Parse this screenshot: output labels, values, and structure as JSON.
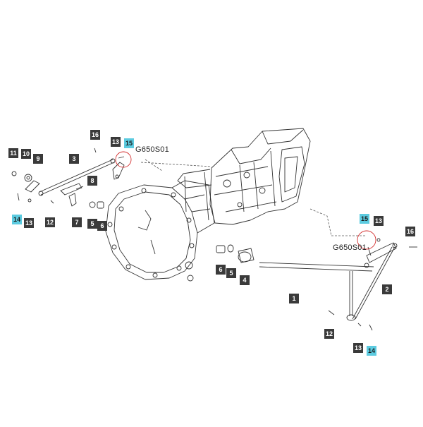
{
  "references": [
    "G650S01",
    "G650S01"
  ],
  "callouts": [
    "16",
    "15",
    "13",
    "11",
    "10",
    "9",
    "3",
    "8",
    "14",
    "13",
    "12",
    "7",
    "5",
    "6",
    "6",
    "5",
    "4",
    "1",
    "15",
    "13",
    "16",
    "2",
    "12",
    "13",
    "14"
  ],
  "colors": {
    "callout": "#3a3a3a",
    "callout_highlight": "#5ccbe0",
    "line": "#333333"
  }
}
